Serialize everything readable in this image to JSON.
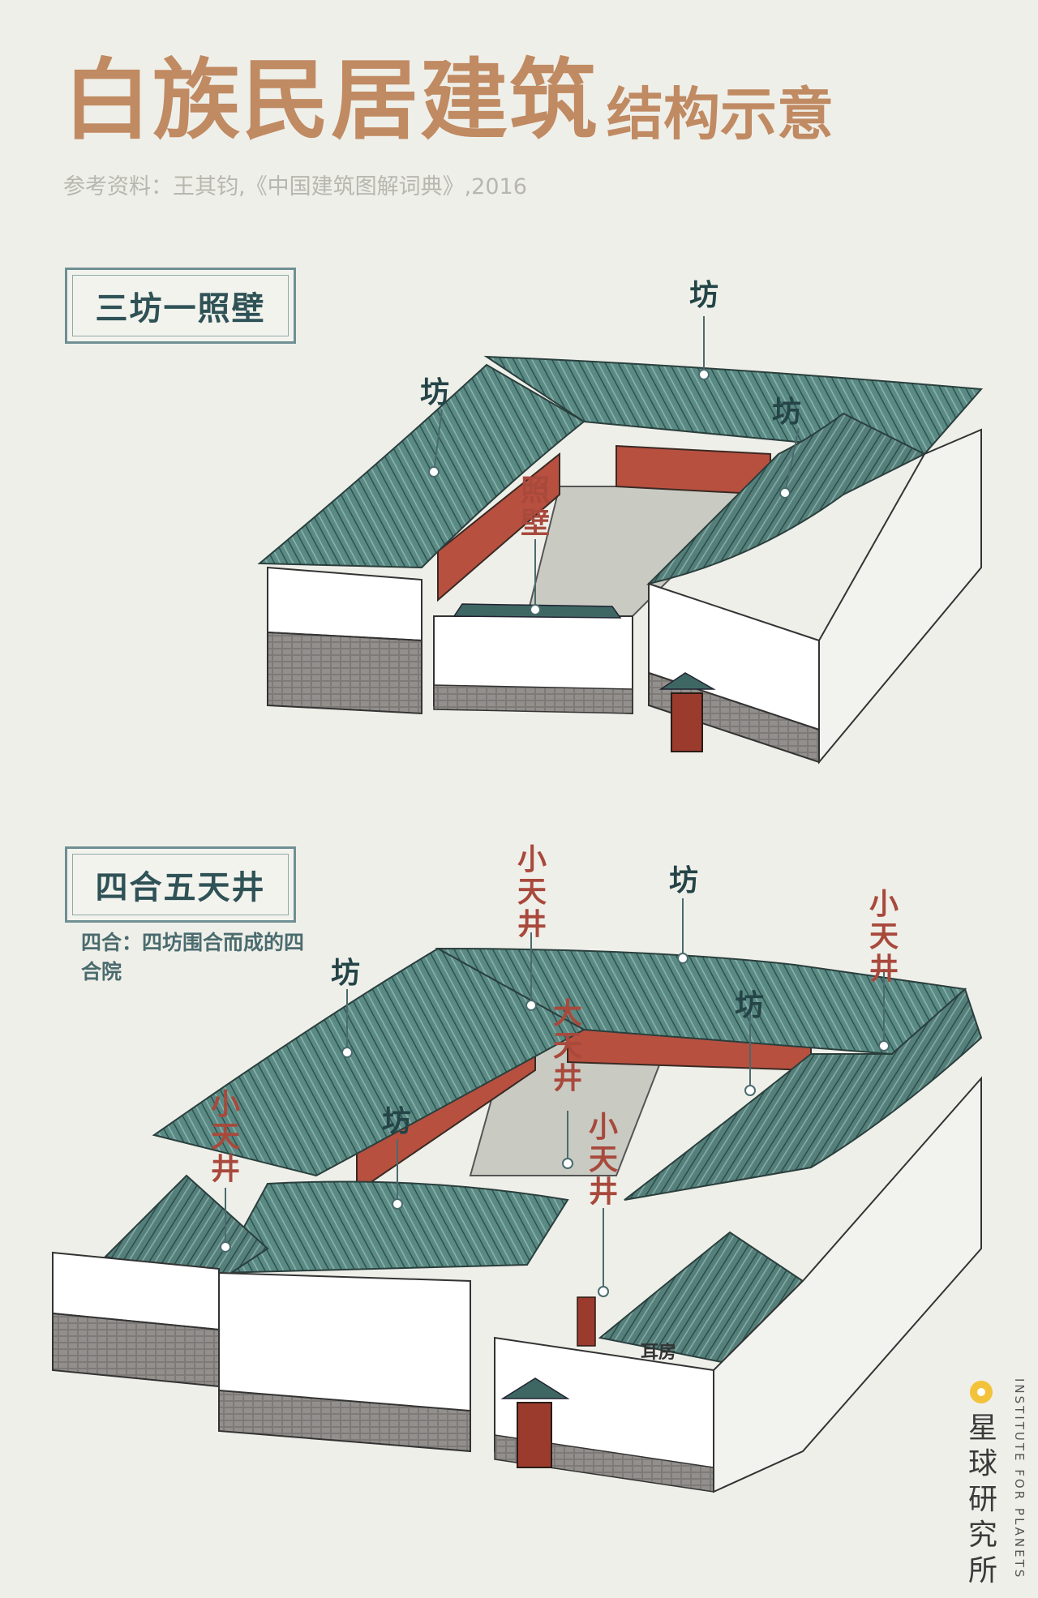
{
  "title": {
    "main": "白族民居建筑",
    "sub": "结构示意"
  },
  "source": "参考资料：王其钧,《中国建筑图解词典》,2016",
  "section1": {
    "heading": "三坊一照壁",
    "labels": {
      "fang_left": "坊",
      "fang_top": "坊",
      "fang_right": "坊",
      "zhaobi": "照壁"
    }
  },
  "section2": {
    "heading": "四合五天井",
    "note": "四合：四坊围合而成的四合院",
    "labels": {
      "fang_left": "坊",
      "fang_top": "坊",
      "fang_right": "坊",
      "fang_front": "坊",
      "xtj_top": "小天井",
      "xtj_right": "小天井",
      "xtj_left": "小天井",
      "xtj_mid": "小天井",
      "datianjing": "大天井",
      "erfang": "耳房"
    }
  },
  "brand": {
    "cn": "星球研究所",
    "en": "INSTITUTE FOR PLANETS"
  },
  "colors": {
    "title": "#c08a62",
    "roof": "#4f7d78",
    "wall": "#ffffff",
    "timber": "#b8503f",
    "label_red": "#a8493c",
    "label_dark": "#244447"
  }
}
